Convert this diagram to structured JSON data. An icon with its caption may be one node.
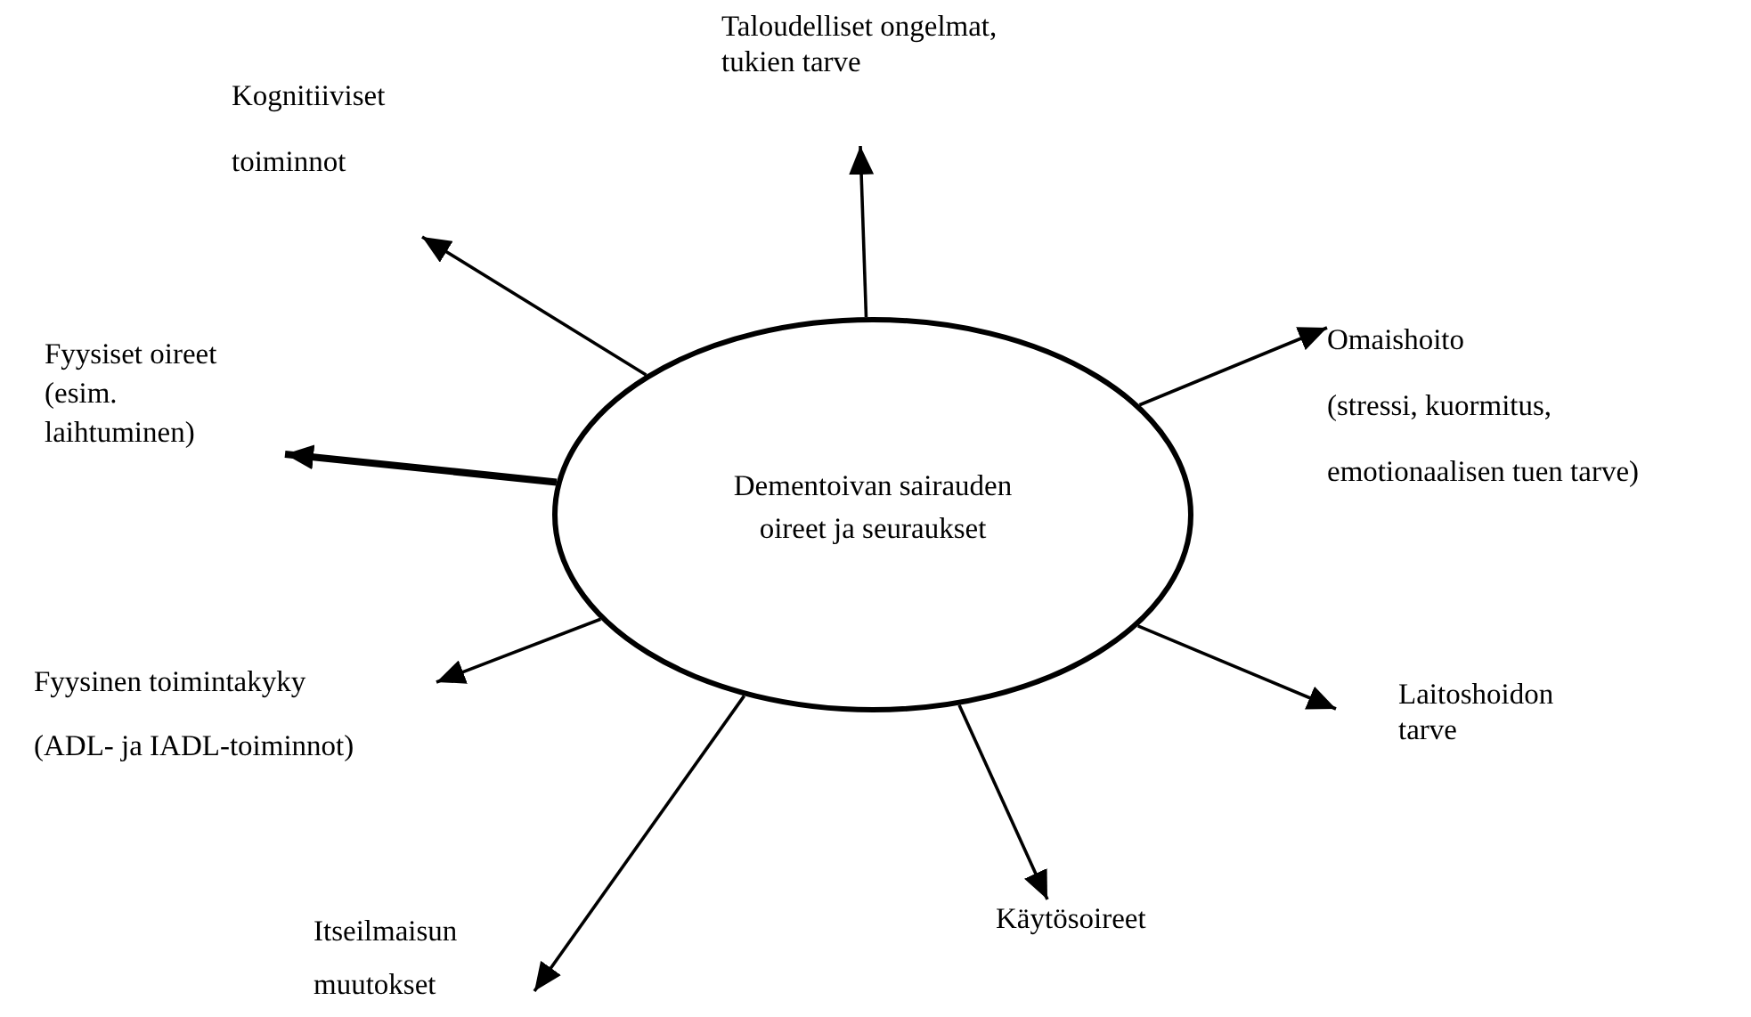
{
  "diagram": {
    "nodes": [
      {
        "text": [
          "Dementoivan sairauden oireet ja seuraukset"
        ]
      },
      {
        "text": [
          "Kognitiiviset toiminnot"
        ]
      },
      {
        "text": [
          "Taloudelliset ongelmat, tukien tarve"
        ]
      },
      {
        "text": [
          "Fyysiset oireet (esim. laihtuminen)"
        ]
      },
      {
        "text": [
          "Omaishoito",
          "(stressi, kuormitus, emotionaalisen tuen tarve)"
        ]
      },
      {
        "text": [
          "Fyysinen toimintakyky",
          "(ADL- ja IADL-toiminnot)"
        ]
      },
      {
        "text": [
          "Itseilmaisun muutokset"
        ]
      },
      {
        "text": [
          "Käytösoireet"
        ]
      },
      {
        "text": [
          "Laitoshoidon tarve"
        ]
      }
    ],
    "edges": [
      {
        "from": 0,
        "to": 1,
        "arrow": "to"
      },
      {
        "from": 0,
        "to": 2,
        "arrow": "to"
      },
      {
        "from": 0,
        "to": 3,
        "arrow": "to",
        "style": "thick"
      },
      {
        "from": 0,
        "to": 4,
        "arrow": "to"
      },
      {
        "from": 0,
        "to": 5,
        "arrow": "to"
      },
      {
        "from": 0,
        "to": 6,
        "arrow": "to"
      },
      {
        "from": 0,
        "to": 7,
        "arrow": "to"
      },
      {
        "from": 0,
        "to": 8,
        "arrow": "to"
      }
    ]
  }
}
